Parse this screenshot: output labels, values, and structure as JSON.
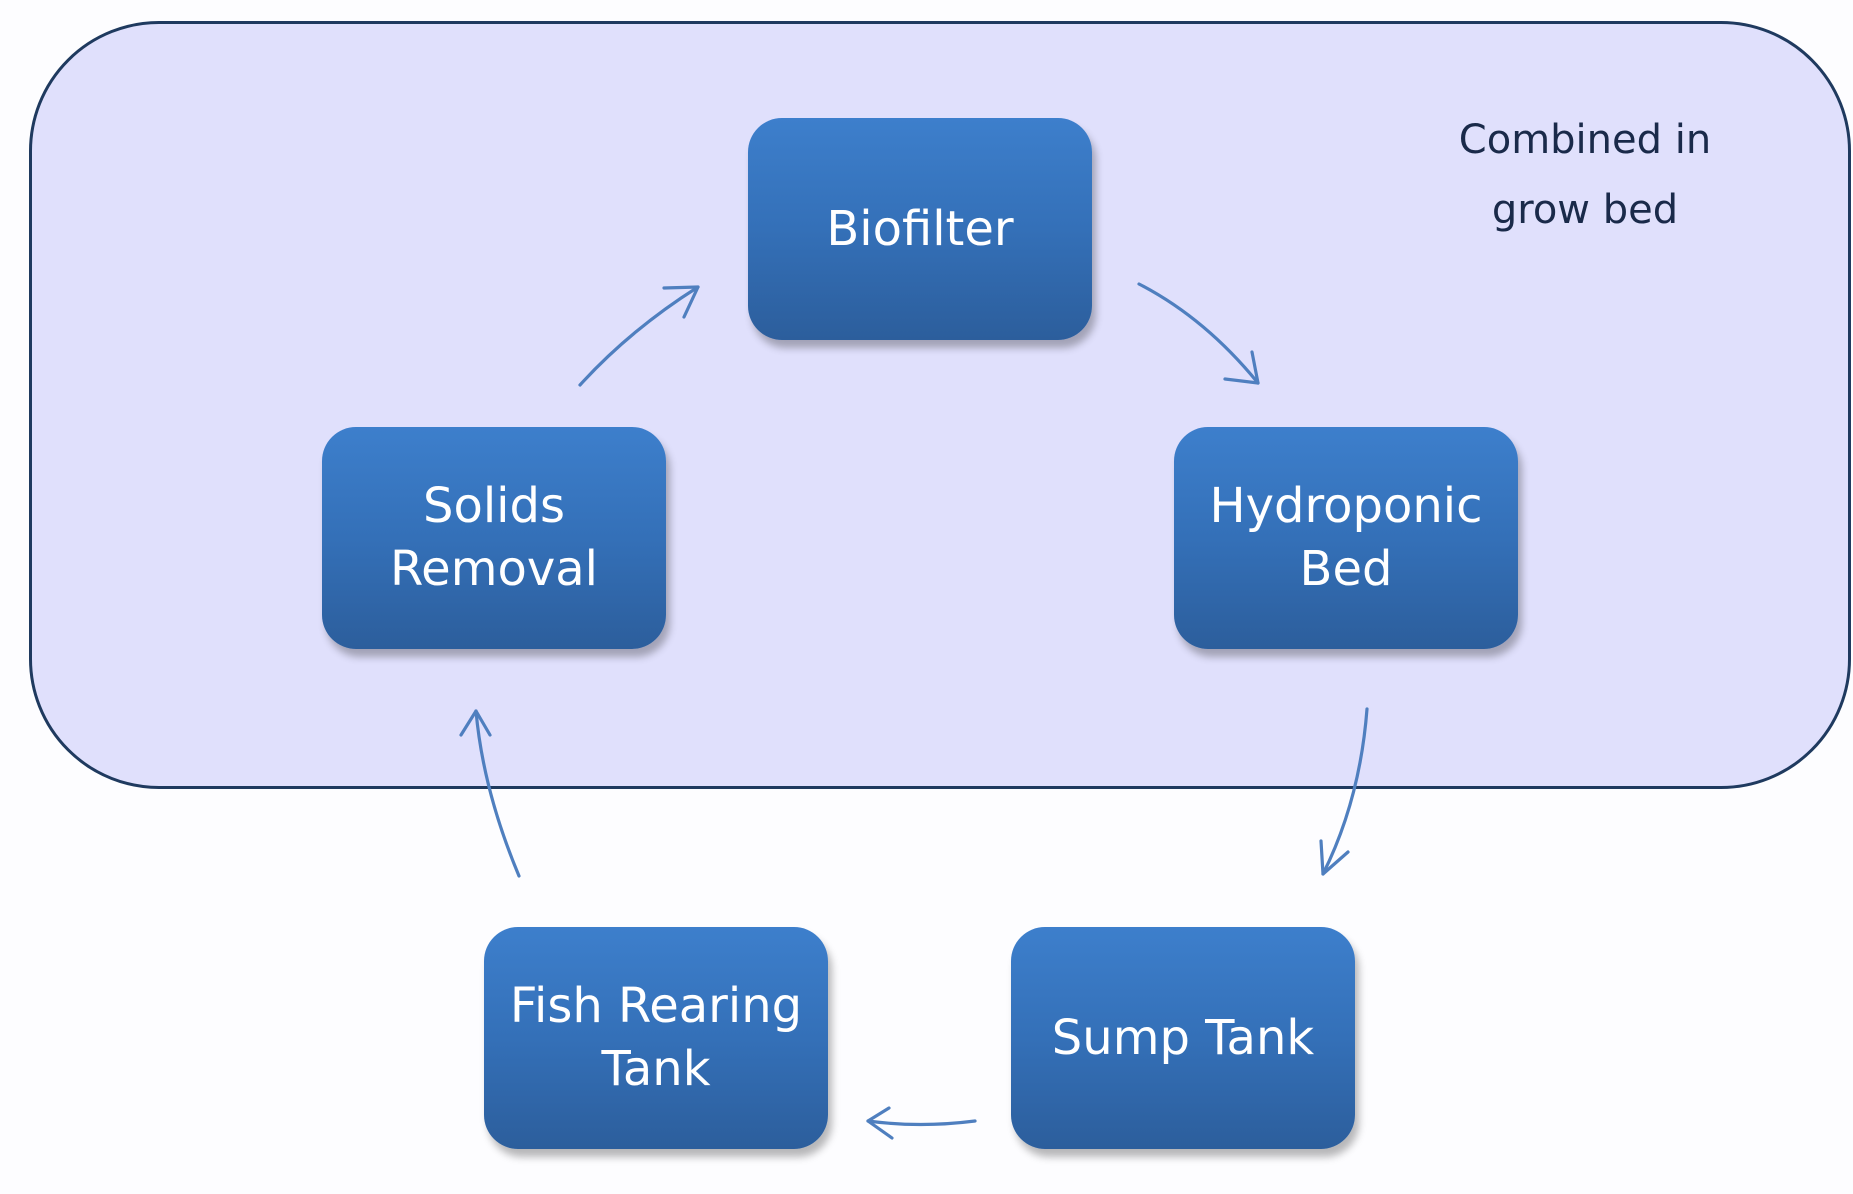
{
  "region": {
    "label_line1": "Combined in",
    "label_line2": "grow bed"
  },
  "nodes": {
    "biofilter": {
      "line1": "Biofilter"
    },
    "hydroponic": {
      "line1": "Hydroponic",
      "line2": "Bed"
    },
    "solids": {
      "line1": "Solids",
      "line2": "Removal"
    },
    "sump": {
      "line1": "Sump Tank"
    },
    "fish": {
      "line1": "Fish Rearing",
      "line2": "Tank"
    }
  },
  "flow": [
    {
      "from": "Solids Removal",
      "to": "Biofilter"
    },
    {
      "from": "Biofilter",
      "to": "Hydroponic Bed"
    },
    {
      "from": "Hydroponic Bed",
      "to": "Sump Tank"
    },
    {
      "from": "Sump Tank",
      "to": "Fish Rearing Tank"
    },
    {
      "from": "Fish Rearing Tank",
      "to": "Solids Removal"
    }
  ],
  "colors": {
    "region_fill": "#e0e0fc",
    "region_border": "#1f3a5f",
    "node_fill": "#3470b8",
    "node_text": "#ffffff",
    "arrow": "#4f7fbf",
    "label_text": "#1a2a4a"
  }
}
